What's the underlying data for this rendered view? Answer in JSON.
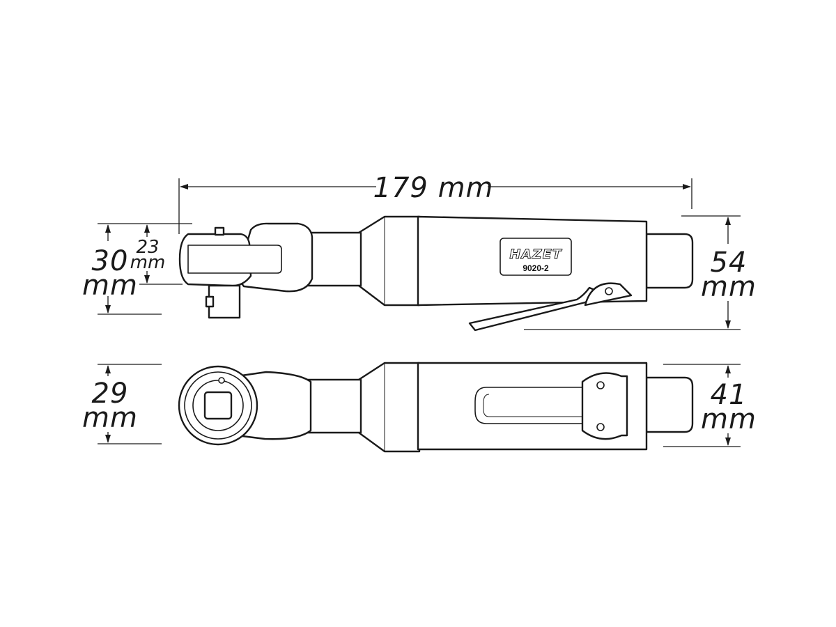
{
  "dimensions": {
    "length": "179 mm",
    "height_overall_value": "30",
    "height_overall_unit": "mm",
    "height_head_value": "23",
    "height_head_unit": "mm",
    "height_motor_value": "54",
    "height_motor_unit": "mm",
    "width_head_value": "29",
    "width_head_unit": "mm",
    "width_motor_value": "41",
    "width_motor_unit": "mm"
  },
  "label_plate": {
    "brand": "HAZET",
    "model": "9020-2"
  },
  "icons": {
    "arrow": "arrowhead-marker",
    "side_view": "ratchet-side-view",
    "top_view": "ratchet-top-view"
  },
  "colors": {
    "line": "#1a1a1a",
    "background": "#ffffff"
  }
}
